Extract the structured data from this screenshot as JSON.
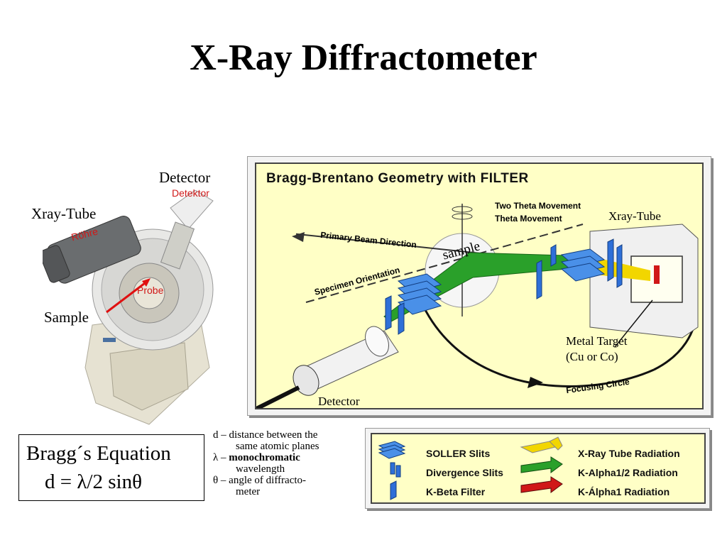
{
  "title": "X-Ray Diffractometer",
  "photo": {
    "labels": {
      "detector": "Detector",
      "xray_tube": "Xray-Tube",
      "sample": "Sample"
    },
    "photo_labels": {
      "detektor": "Detektor",
      "rohre": "Röhre",
      "probe": "Probe"
    }
  },
  "diagram": {
    "heading": "Bragg-Brentano Geometry with FILTER",
    "two_theta": "Two Theta Movement",
    "theta": "Theta Movement",
    "primary_beam": "Primary Beam Direction",
    "specimen": "Specimen Orientation",
    "sample": "sample",
    "xray_tube": "Xray-Tube",
    "metal_target_1": "Metal Target",
    "metal_target_2": "(Cu or Co)",
    "detector": "Detector",
    "focusing": "Focusing Circle"
  },
  "equation": {
    "title": "Bragg´s Equation",
    "formula": "d = λ/2 sinθ"
  },
  "definitions": {
    "d_line1": "d – distance between the",
    "d_line2": "same atomic planes",
    "lambda_prefix": "λ – ",
    "lambda_bold": "monochromatic",
    "lambda_line2": "wavelength",
    "theta_line1": "θ – angle of diffracto-",
    "theta_line2": "meter"
  },
  "legend": {
    "soller": "SOLLER Slits",
    "divergence": "Divergence Slits",
    "kbeta": "K-Beta Filter",
    "xray_rad": "X-Ray Tube Radiation",
    "kalpha12": "K-Alpha1/2 Radiation",
    "kalpha1": "K-Álpha1 Radiation"
  },
  "colors": {
    "panel_bg": "#ffffc6",
    "beam_green": "#2aa02a",
    "beam_yellow": "#f2d600",
    "beam_red": "#d01818",
    "slit_blue": "#2e6fd8"
  }
}
